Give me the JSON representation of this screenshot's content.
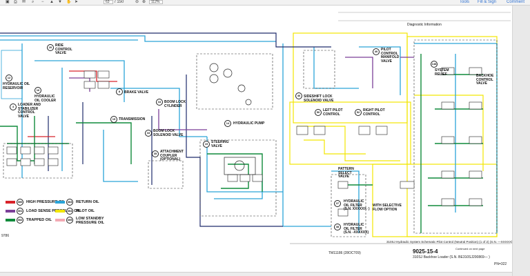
{
  "toolbar": {
    "page_field": "63",
    "page_total": "/ 150",
    "zoom_field": "112%",
    "links": [
      "Tools",
      "Fill & Sign",
      "Comment"
    ]
  },
  "header": {
    "section_title": "Diagnostic Information"
  },
  "labels": {
    "ride_control_valve": "RIDE\nCONTROL\nVALVE",
    "hydraulic_oil_reservoir": "HYDRAULIC OIL\nRESERVOIR",
    "hydraulic_oil_cooler": "HYDRAULIC\nOIL COOLER",
    "loader_stabilizer": "LOADER AND\nSTABILIZER\nCONTROL\nVALVE",
    "brake_valve": "BRAKE VALVE",
    "boom_lock_cylinder": "BOOM LOCK\nCYLINDER",
    "transmission": "TRANSMISSION",
    "boom_lock_solenoid": "BOOM LOCK\nSOLENOID VALVE",
    "hydraulic_pump": "HYDRAULIC PUMP",
    "steering_valve": "STEERING\nVALVE",
    "attachment_coupler": "ATTACHMENT\nCOUPLER\n(OPTIONAL)",
    "pilot_control_manifold": "PILOT\nCONTROL\nMANIFOLD\nVALVE",
    "sideshift_lock": "SIDESHIFT LOCK\nSOLENOID VALVE",
    "left_pilot": "LEFT PILOT\nCONTROL",
    "right_pilot": "RIGHT PILOT\nCONTROL",
    "system_relief": "SYSTEM\nRELIEF",
    "backhoe_control": "BACKHOE\nCONTROL\nVALVE",
    "pattern_select": "PATTERN\nSELECT\nVALVE",
    "hydraulic_oil_filter_1": "HYDRAULIC\nOIL FILTER\n(S.N. XXXXXX- )",
    "hydraulic_oil_filter_2": "HYDRAULIC\nOIL FILTER\n(S.N. -XXXXXX)",
    "selective_flow": "WITH SELECTIVE\nFLOW OPTION"
  },
  "numbers": {
    "ride_control": "20",
    "reservoir": "12",
    "cooler": "16",
    "loader": "4",
    "brake": "8",
    "boom_cyl": "34",
    "transmission": "15",
    "boom_sol": "33",
    "pump": "14",
    "steering": "19",
    "coupler": "35",
    "pilot_manifold": "40",
    "sideshift": "46",
    "left_pilot": "50",
    "right_pilot": "52",
    "relief": "148",
    "filter1": "37",
    "filter2": "38"
  },
  "legend": [
    {
      "num": "300",
      "text": "HIGH PRESSURE OIL",
      "color": "#d8232a"
    },
    {
      "num": "301",
      "text": "LOAD SENSE PRESSURE OIL",
      "color": "#7b3f98"
    },
    {
      "num": "302",
      "text": "TRAPPED OIL",
      "color": "#0f8a3a"
    },
    {
      "num": "303",
      "text": "RETURN OIL",
      "color": "#2aa4d8"
    },
    {
      "num": "304",
      "text": "PILOT OIL",
      "color": "#f2e600"
    },
    {
      "num": "305",
      "text": "LOW STANDBY\nPRESSURE OIL",
      "color": "#f3a9b3"
    }
  ],
  "footer": {
    "caption_right": "310SJ Hydraulic System Schematic Pilot Control (Neutral Position) (1 of 2) (S.N. —XXXXX)",
    "doc_id": "TM11186 (28OCT09)",
    "page_no": "9025-15-4",
    "book_title": "310SJ Backhoe Loader (S.N. BE310SJ200869— )",
    "pn": "PN=322",
    "continued": "Continued on next page",
    "left_code": "9786"
  },
  "colors": {
    "high": "#d8232a",
    "load": "#7b3f98",
    "trapped": "#0f8a3a",
    "return": "#2aa4d8",
    "pilot": "#f2e600",
    "lowstandby": "#f3a9b3",
    "navy": "#1d2a6b"
  }
}
